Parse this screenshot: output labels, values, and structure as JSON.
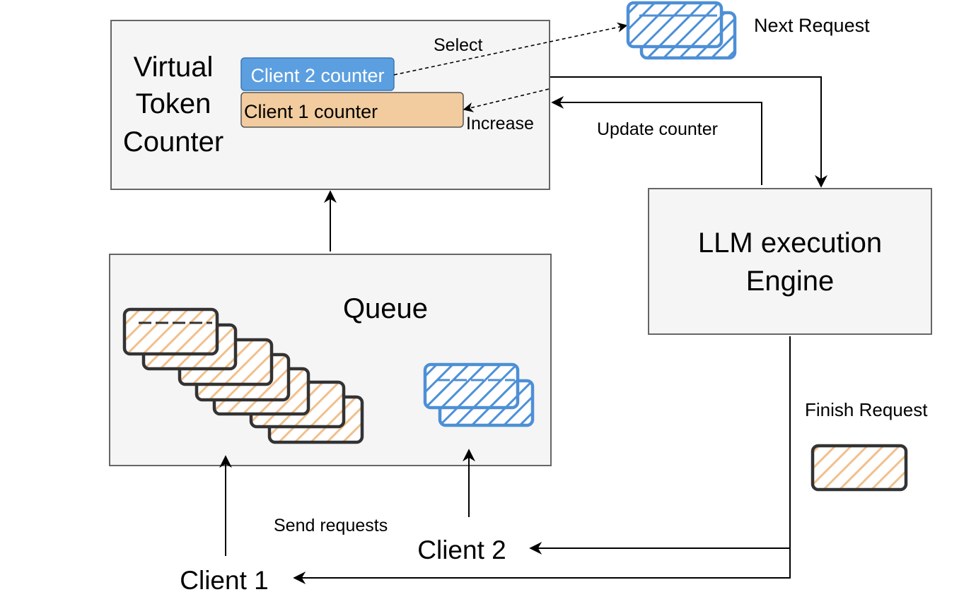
{
  "vtc": {
    "title_lines": [
      "Virtual",
      "Token",
      "Counter"
    ],
    "client2_counter": "Client 2 counter",
    "client1_counter": "Client 1 counter",
    "select_label": "Select",
    "increase_label": "Increase"
  },
  "queue": {
    "title": "Queue"
  },
  "engine": {
    "title_lines": [
      "LLM execution",
      "Engine"
    ]
  },
  "labels": {
    "next_request": "Next Request",
    "update_counter": "Update counter",
    "finish_request": "Finish Request",
    "send_requests": "Send requests",
    "client1": "Client 1",
    "client2": "Client 2"
  },
  "colors": {
    "client1": "#f0c08e",
    "client2": "#4d8fd6",
    "client2_counter_fill": "#5c9fe0",
    "client1_counter_fill": "#f2cc9e",
    "box_fill": "#f5f5f5"
  }
}
